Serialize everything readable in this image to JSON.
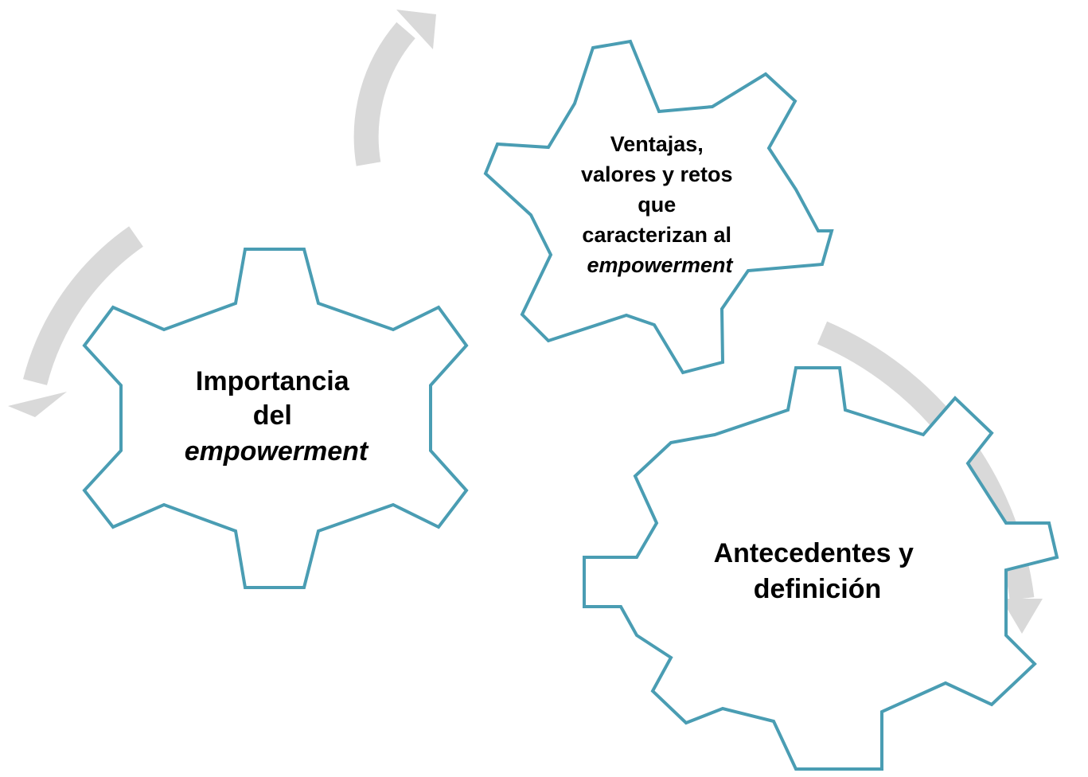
{
  "diagram": {
    "colors": {
      "gear_stroke": "#4a9db3",
      "gear_fill": "#ffffff",
      "arrow": "#d9d9d9",
      "text": "#000000"
    },
    "gears": [
      {
        "id": "ventajas",
        "lines": [
          "Ventajas,",
          "valores y retos",
          "que",
          "caracterizan al",
          "empowerment"
        ],
        "italic_lines": [
          4
        ]
      },
      {
        "id": "importancia",
        "lines": [
          "Importancia",
          "del",
          "empowerment"
        ],
        "italic_lines": [
          2
        ]
      },
      {
        "id": "antecedentes",
        "lines": [
          "Antecedentes y",
          "definición"
        ],
        "italic_lines": []
      }
    ]
  }
}
